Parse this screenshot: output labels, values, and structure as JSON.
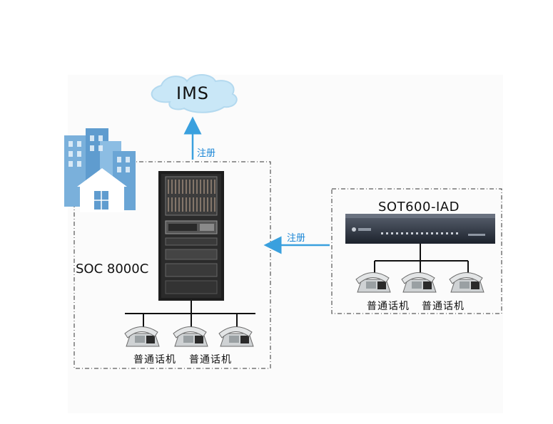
{
  "cloud": {
    "label": "IMS"
  },
  "links": {
    "soc_register": "注册",
    "iad_register": "注册"
  },
  "soc": {
    "name": "SOC 8000C",
    "phones": [
      "普通话机",
      "普通话机"
    ]
  },
  "iad": {
    "name": "SOT600-IAD",
    "phones": [
      "普通话机",
      "普通话机"
    ]
  },
  "colors": {
    "arrow": "#3aa0de",
    "cloud": "#c9e7f7",
    "rack": "#202020",
    "building": "#7ab0db"
  }
}
